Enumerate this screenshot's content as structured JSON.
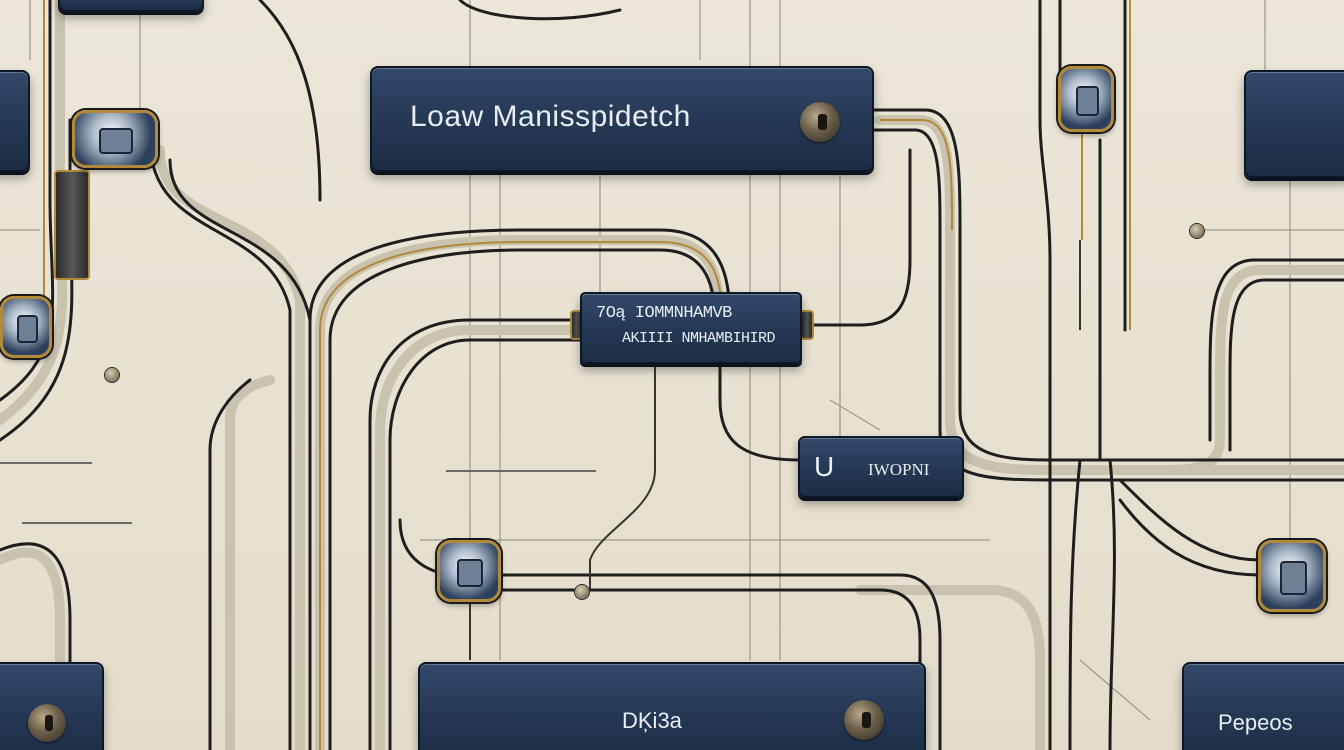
{
  "panels": {
    "top_main": {
      "label": "Loaw Manisspidetch"
    },
    "mid_small": {
      "line1": "7Oą IOMMNHAMVB",
      "line2": "AKIIII NMHAMBIHIRD"
    },
    "mid_right": {
      "letter": "U",
      "label": "IWOPNI"
    },
    "bottom_center": {
      "label": "DĶi3a"
    },
    "bottom_right": {
      "label": "Pepeos"
    }
  },
  "icons": {
    "connector": "padlock-connector-icon",
    "knob": "round-knob-icon",
    "clip": "cable-clip-icon",
    "pin": "pin-icon"
  },
  "colors": {
    "background": "#e7e1d3",
    "panel": "#243753",
    "wire": "#1e1e1e",
    "wire_highlight": "#c9c2ae",
    "gold_accent": "#b08a3a"
  }
}
